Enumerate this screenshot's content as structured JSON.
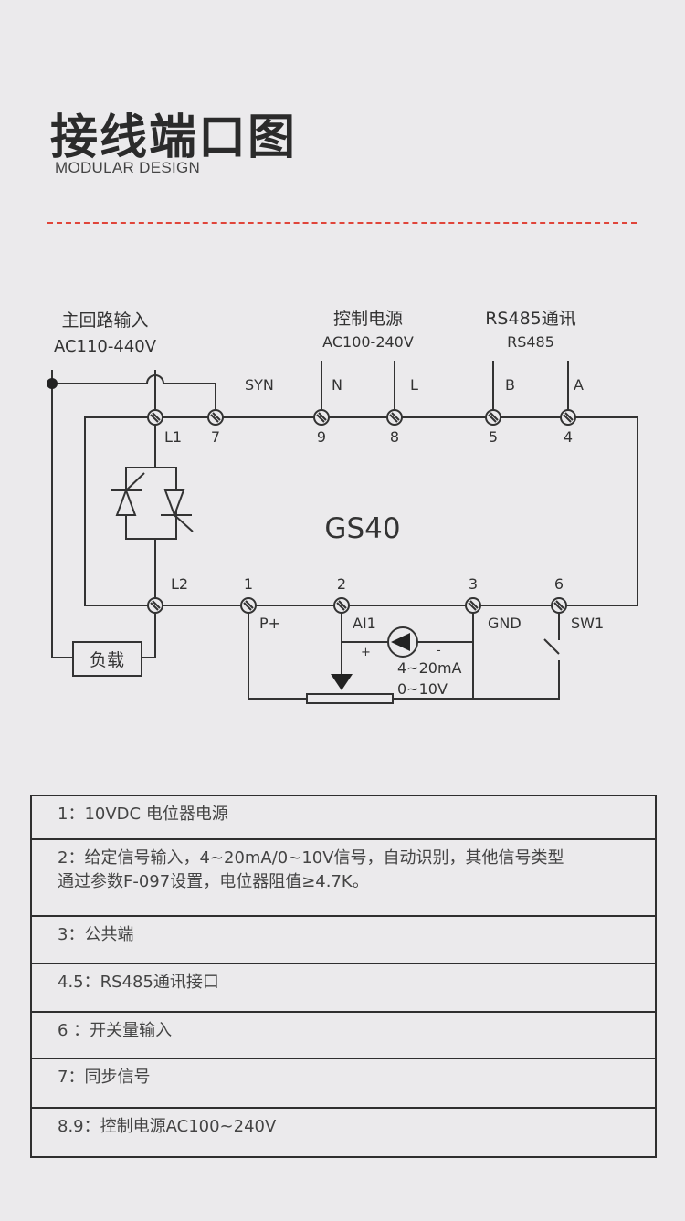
{
  "header": {
    "title": "接线端口图",
    "subtitle": "MODULAR DESIGN",
    "divider_color": "#e0453a"
  },
  "diagram": {
    "device_label": "GS40",
    "groups": {
      "main_input": {
        "title": "主回路输入",
        "spec": "AC110-440V"
      },
      "control_power": {
        "title": "控制电源",
        "spec": "AC100-240V"
      },
      "rs485": {
        "title": "RS485通讯",
        "spec": "RS485"
      }
    },
    "top_terminals": [
      {
        "number": "",
        "label": "L1"
      },
      {
        "number": "7",
        "label": "SYN"
      },
      {
        "number": "9",
        "label": "N"
      },
      {
        "number": "8",
        "label": "L"
      },
      {
        "number": "5",
        "label": "B"
      },
      {
        "number": "4",
        "label": "A"
      }
    ],
    "bottom_terminals": [
      {
        "number": "",
        "label": "L2"
      },
      {
        "number": "1",
        "label": "P+"
      },
      {
        "number": "2",
        "label": "AI1"
      },
      {
        "number": "3",
        "label": "GND"
      },
      {
        "number": "6",
        "label": "SW1"
      }
    ],
    "load_label": "负载",
    "signal_source": {
      "plus": "+",
      "minus": "-",
      "current": "4~20mA",
      "voltage": "0~10V"
    }
  },
  "legend": [
    {
      "text": "1：10VDC  电位器电源"
    },
    {
      "text": "2：给定信号输入，4~20mA/0~10V信号，自动识别，其他信号类型\n      通过参数F-097设置，电位器阻值≥4.7K。"
    },
    {
      "text": "3：公共端"
    },
    {
      "text": "4.5：RS485通讯接口"
    },
    {
      "text": "6 ：开关量输入"
    },
    {
      "text": "7：同步信号"
    },
    {
      "text": "8.9：控制电源AC100~240V"
    }
  ]
}
